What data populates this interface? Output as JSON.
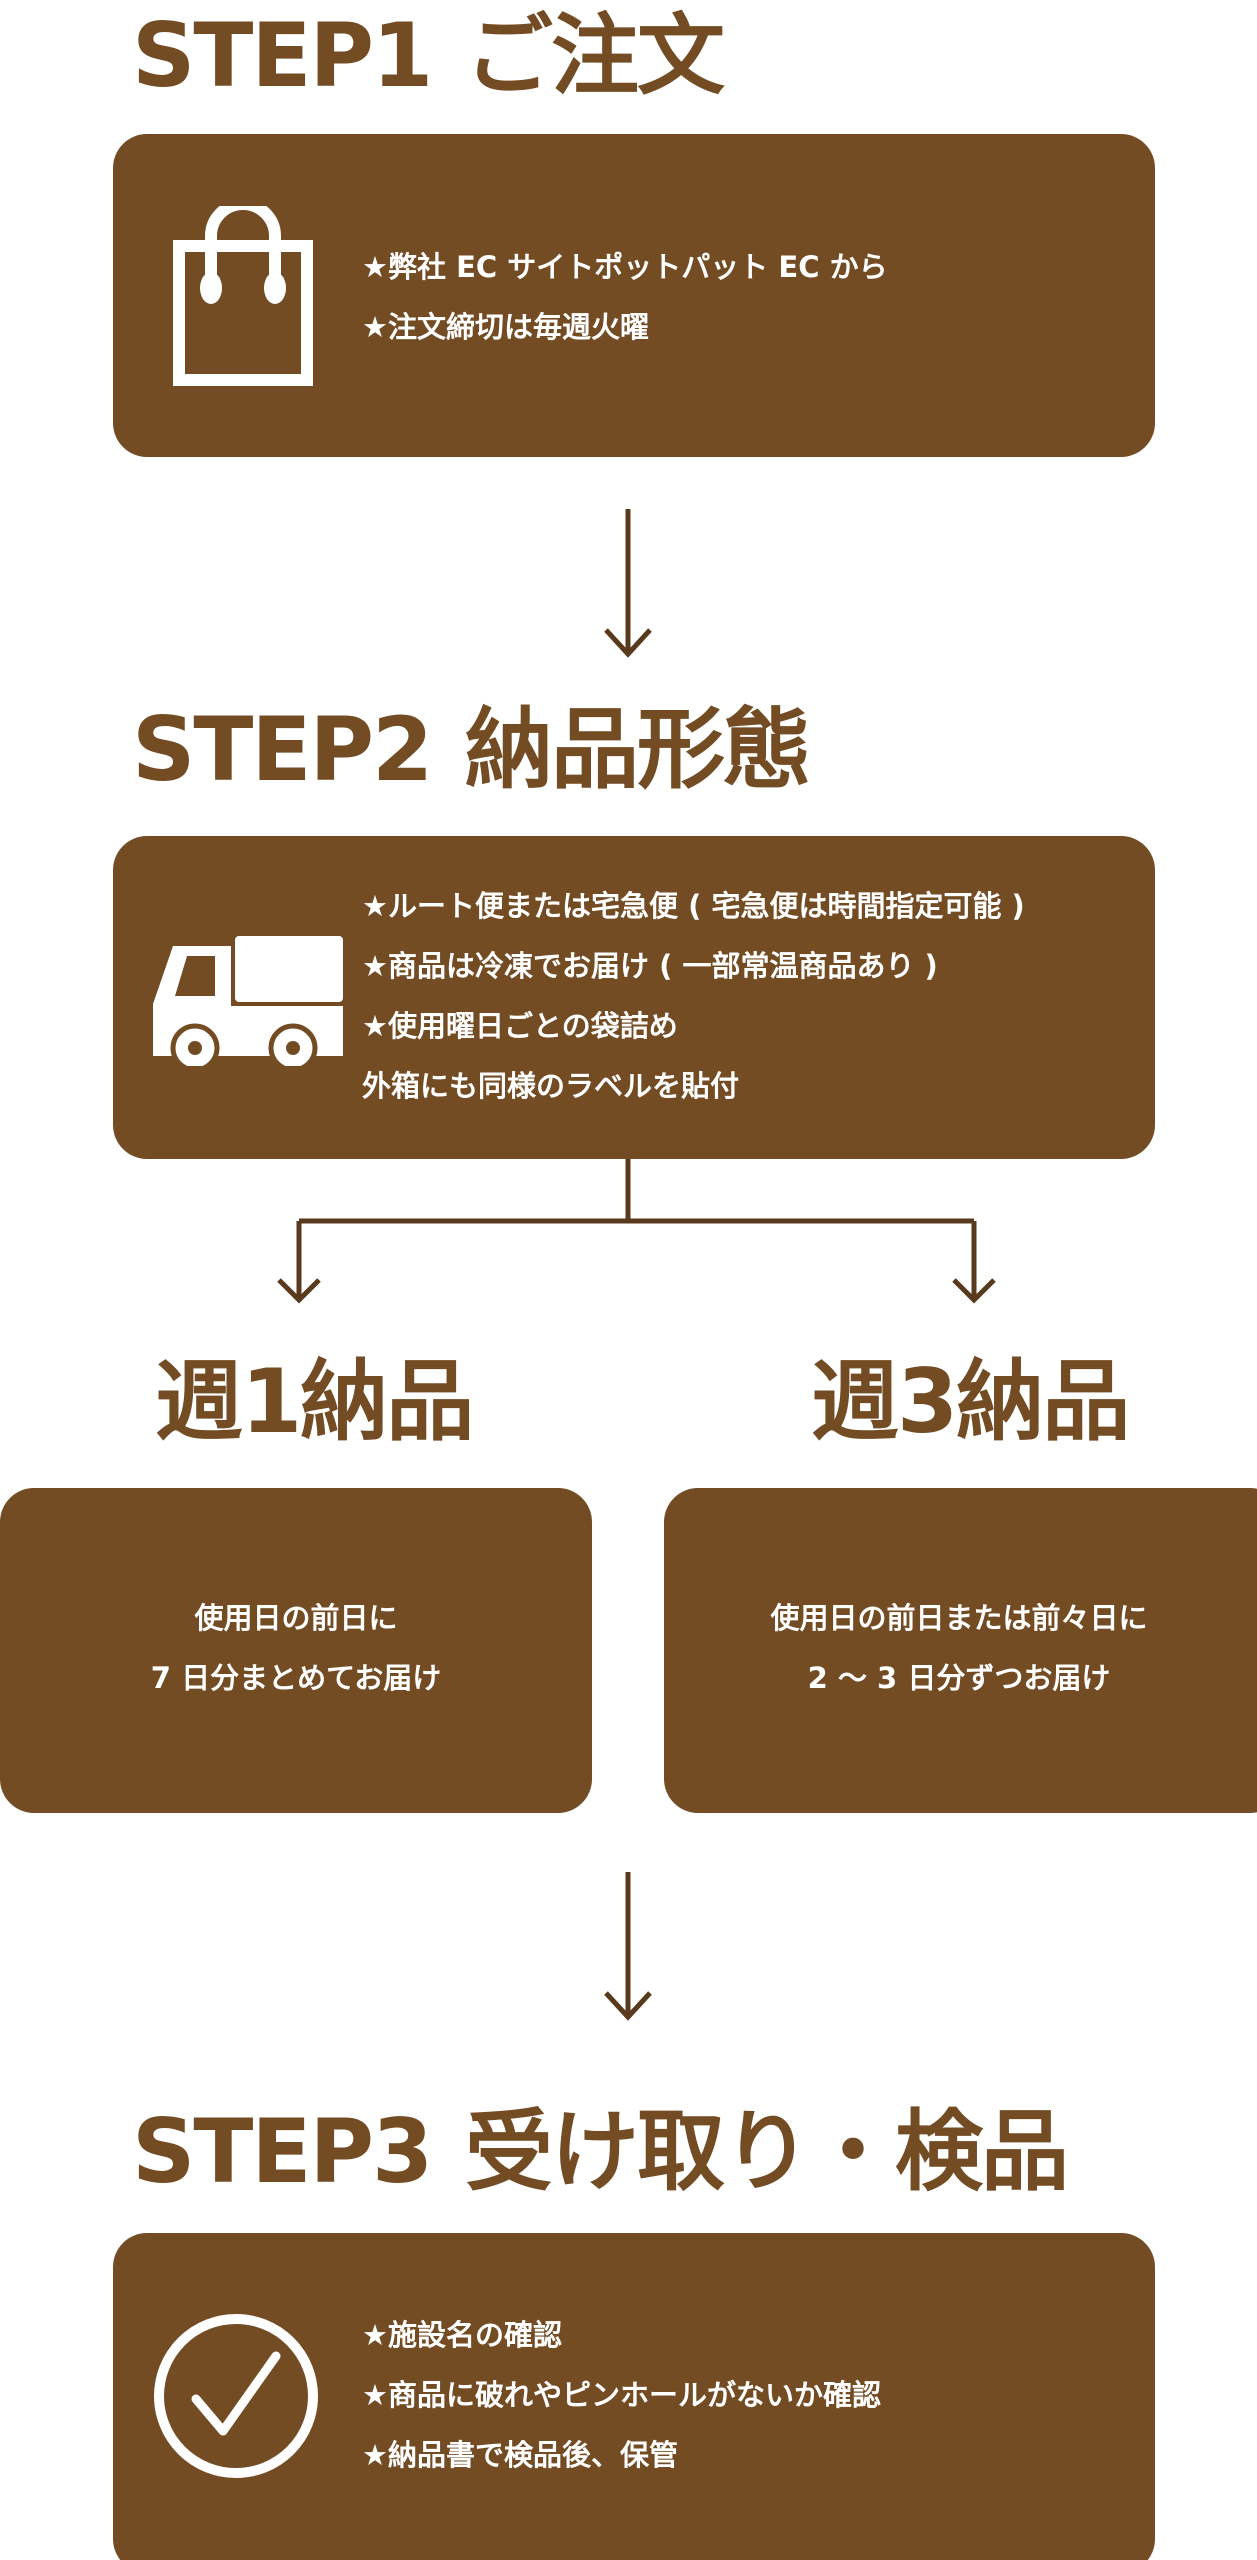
{
  "step1": {
    "label": "STEP1",
    "title": "ご注文",
    "icon": "shopping-bag-icon",
    "lines": [
      "★弊社 EC サイトポットパット EC から",
      "★注文締切は毎週火曜"
    ]
  },
  "step2": {
    "label": "STEP2",
    "title": "納品形態",
    "icon": "truck-icon",
    "lines": [
      "★ルート便または宅急便 ( 宅急便は時間指定可能 )",
      "★商品は冷凍でお届け ( 一部常温商品あり )",
      "★使用曜日ごとの袋詰め",
      "外箱にも同様のラベルを貼付"
    ]
  },
  "weekly1": {
    "title": "週1納品",
    "lines": [
      "使用日の前日に",
      "7 日分まとめてお届け"
    ]
  },
  "weekly3": {
    "title": "週3納品",
    "lines": [
      "使用日の前日または前々日に",
      "2 〜 3 日分ずつお届け"
    ]
  },
  "step3": {
    "label": "STEP3",
    "title": "受け取り・検品",
    "icon": "checkmark-circle-icon",
    "lines": [
      "★施設名の確認",
      "★商品に破れやピンホールがないか確認",
      "★納品書で検品後、保管"
    ]
  },
  "colors": {
    "brand": "#734c24",
    "text": "#ffffff"
  }
}
